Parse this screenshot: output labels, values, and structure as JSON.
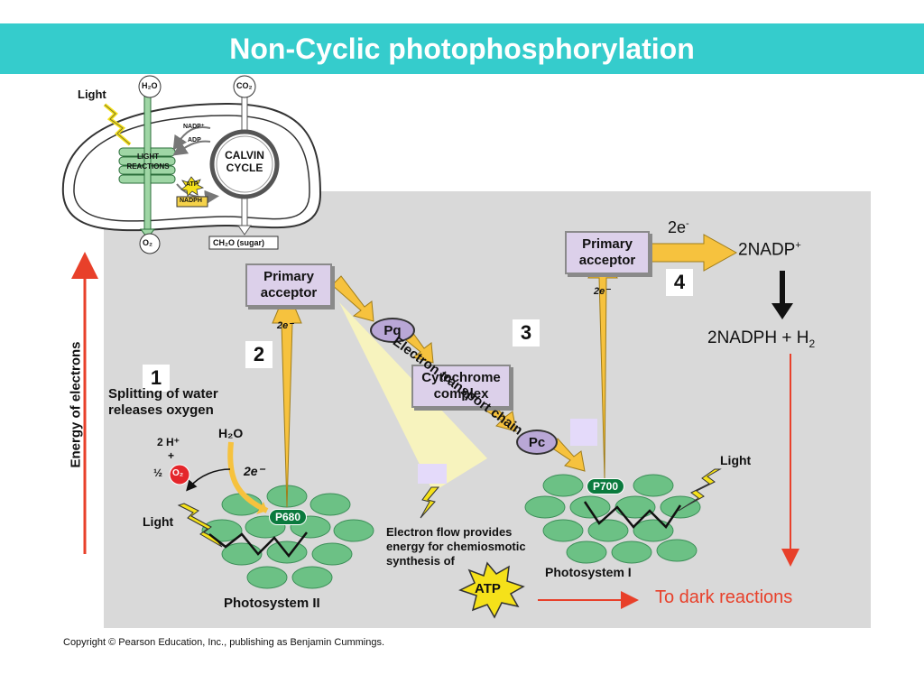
{
  "title": "Non-Cyclic photophosphorylation",
  "overview": {
    "light": "Light",
    "h2o": "H₂O",
    "co2": "CO₂",
    "nadp_plus": "NADP⁺",
    "adp": "ADP",
    "light_reactions": [
      "LIGHT",
      "REACTIONS"
    ],
    "calvin_cycle": [
      "CALVIN",
      "CYCLE"
    ],
    "atp": "ATP",
    "nadph": "NADPH",
    "o2": "O₂",
    "sugar": "CH₂O (sugar)"
  },
  "axis_label": "Energy of electrons",
  "steps": [
    "1",
    "2",
    "3",
    "4"
  ],
  "ps2": {
    "primary_acceptor": [
      "Primary",
      "acceptor"
    ],
    "two_e": "2e⁻",
    "splitting_text": [
      "Splitting of water",
      "releases oxygen"
    ],
    "h2o": "H₂O",
    "two_h": "2 H⁺",
    "plus": "+",
    "half": "½",
    "o2": "O₂",
    "two_e_water": "2e⁻",
    "light": "Light",
    "p680": "P680",
    "label": "Photosystem II"
  },
  "etc": {
    "pq": "Pq",
    "cytochrome": [
      "Cytochrome",
      "complex"
    ],
    "pc": "Pc",
    "label": "Electron transport chain"
  },
  "ps1": {
    "primary_acceptor": [
      "Primary",
      "acceptor"
    ],
    "two_e_arrow": "2e⁻",
    "two_e_top": "2e",
    "two_e_top_sup": "-",
    "p700": "P700",
    "light": "Light",
    "label": "Photosystem I"
  },
  "outputs": {
    "nadp": "2NADP",
    "nadp_sup": "+",
    "nadph": "2NADPH + H",
    "nadph_sub": "2",
    "dark_reactions": "To dark reactions"
  },
  "electron_flow": [
    "Electron flow provides",
    "energy for chemiosmotic",
    "synthesis of"
  ],
  "atp": "ATP",
  "copyright": "Copyright © Pearson Education, Inc., publishing as Benjamin Cummings."
}
